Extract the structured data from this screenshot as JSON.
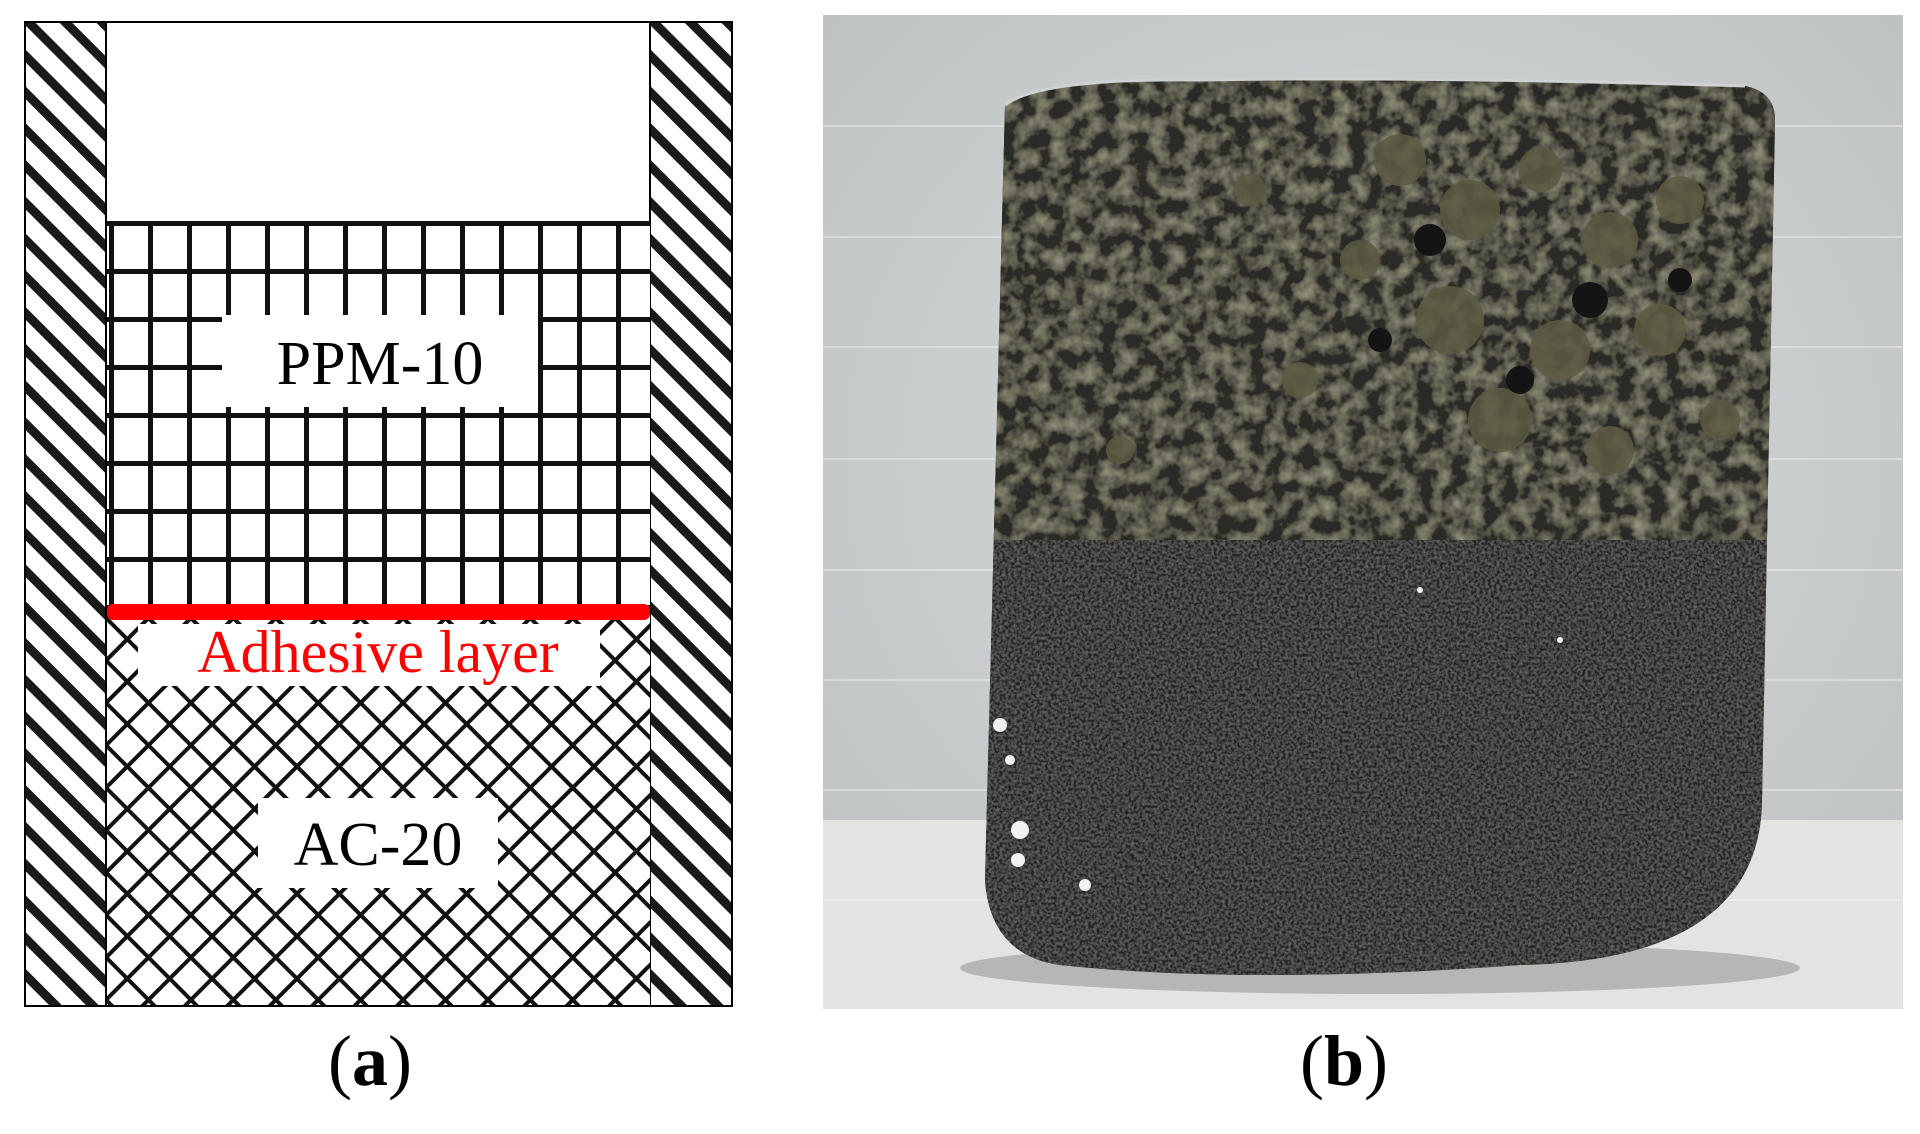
{
  "panel_a": {
    "top_layer_label": "PPM-10",
    "bottom_layer_label": "AC-20",
    "interface_label": "Adhesive layer",
    "interface_color": "#ff0000",
    "caption_letter": "a"
  },
  "panel_b": {
    "caption_letter": "b",
    "photo_description_icon": "composite-specimen-photo"
  }
}
